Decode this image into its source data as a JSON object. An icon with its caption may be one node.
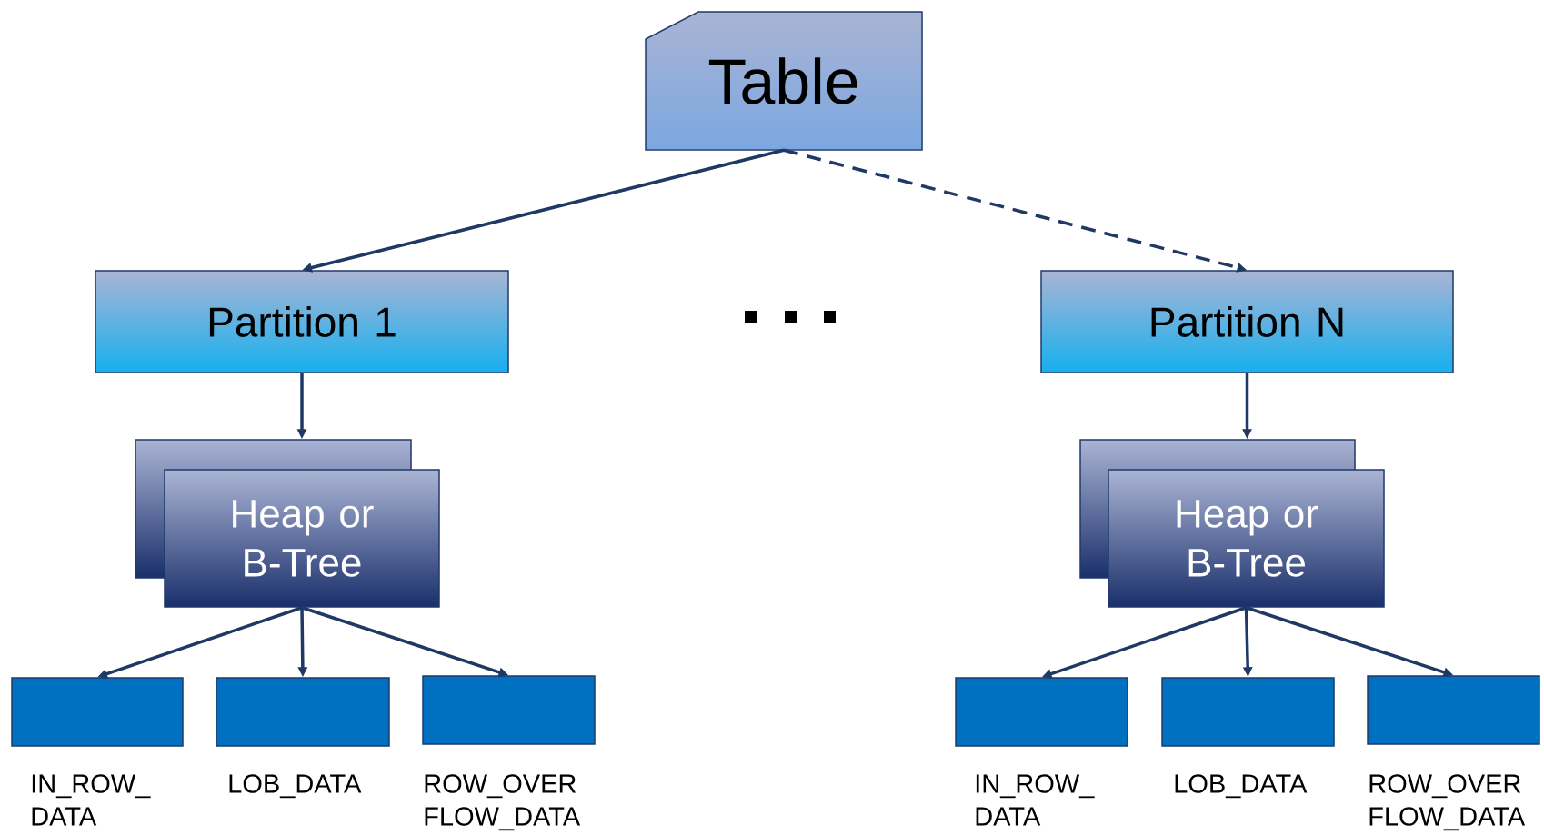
{
  "diagram": {
    "nodes": [
      {
        "text": [
          "Table"
        ]
      },
      {
        "text": [
          "Partition 1"
        ]
      },
      {
        "text": [
          "Partition N"
        ]
      },
      {
        "text": [],
        "shape": "box"
      },
      {
        "text": [
          "Heap or B-Tree"
        ]
      },
      {
        "text": [],
        "shape": "box"
      },
      {
        "text": [
          "Heap or B-Tree"
        ]
      },
      {
        "text": [],
        "shape": "box",
        "beside": [
          "IN_ROW_ DATA"
        ]
      },
      {
        "text": [],
        "shape": "box",
        "beside": [
          "LOB_DATA"
        ]
      },
      {
        "text": [],
        "shape": "box",
        "beside": [
          "ROW_OVER FLOW_DATA"
        ]
      },
      {
        "text": [],
        "shape": "box",
        "beside": [
          "IN_ROW_ DATA"
        ]
      },
      {
        "text": [],
        "shape": "box",
        "beside": [
          "LOB_DATA"
        ]
      },
      {
        "text": [],
        "shape": "box",
        "beside": [
          "ROW_OVER FLOW_DATA"
        ]
      }
    ],
    "edges": [
      {
        "from": 0,
        "to": 1,
        "arrow": "to"
      },
      {
        "from": 0,
        "to": 2,
        "arrow": "to",
        "style": "dashed"
      },
      {
        "from": 1,
        "to": 3,
        "arrow": "to"
      },
      {
        "from": 2,
        "to": 5,
        "arrow": "to"
      },
      {
        "from": 4,
        "to": 7,
        "arrow": "to"
      },
      {
        "from": 4,
        "to": 8,
        "arrow": "to"
      },
      {
        "from": 4,
        "to": 9,
        "arrow": "to"
      },
      {
        "from": 6,
        "to": 10,
        "arrow": "to"
      },
      {
        "from": 6,
        "to": 11,
        "arrow": "to"
      },
      {
        "from": 6,
        "to": 12,
        "arrow": "to"
      }
    ]
  }
}
